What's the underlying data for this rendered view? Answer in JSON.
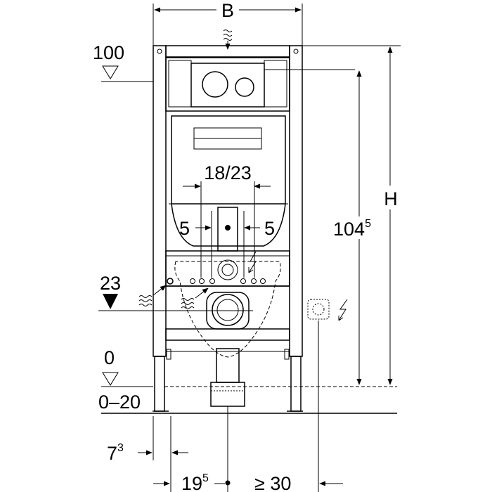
{
  "labels": {
    "width": "B",
    "height": "H",
    "top_level": "100",
    "floor_level": "0",
    "floor_range": "0–20",
    "supply_level": "23",
    "flush_height_base": "104",
    "flush_height_sup": "5",
    "outlet_spacing": "18/23",
    "left_offset": "5",
    "right_offset": "5",
    "wall_depth_base": "7",
    "wall_depth_sup": "3",
    "axis_dist_base": "19",
    "axis_dist_sup": "5",
    "min_clearance": "≥ 30"
  },
  "icons": {
    "water_supply": "wavy-water-icon",
    "electric": "lightning-icon",
    "level_marker": "triangle-level-icon",
    "socket": "socket-box-icon"
  }
}
